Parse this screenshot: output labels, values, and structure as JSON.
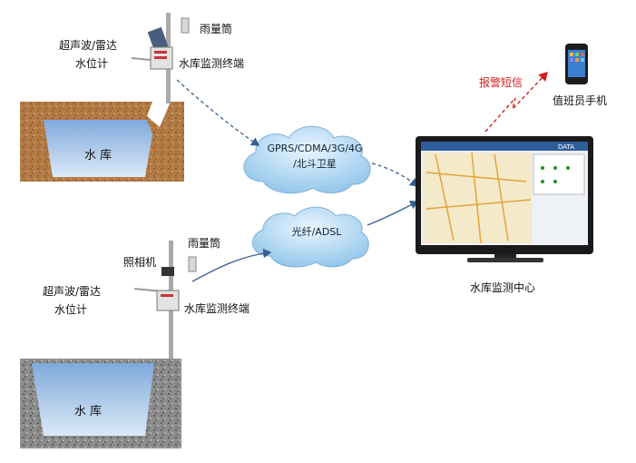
{
  "sites": {
    "top": {
      "rain_gauge": "雨量筒",
      "sensor_line1": "超声波/雷达",
      "sensor_line2": "水位计",
      "terminal": "水库监测终端",
      "reservoir": "水 库"
    },
    "bottom": {
      "rain_gauge": "雨量筒",
      "camera": "照相机",
      "sensor_line1": "超声波/雷达",
      "sensor_line2": "水位计",
      "terminal": "水库监测终端",
      "reservoir": "水 库"
    }
  },
  "networks": {
    "wireless_line1": "GPRS/CDMA/3G/4G",
    "wireless_line2": "/北斗卫星",
    "wired": "光纤/ADSL"
  },
  "center": {
    "label": "水库监测中心",
    "screen_brand": "DATA"
  },
  "alarm": {
    "label": "报警短信",
    "phone_label": "值班员手机"
  },
  "colors": {
    "water": "#a9c8ea",
    "soil": "#b5804a",
    "cloud": "#a9d3f2",
    "arrow": "#3a5f8f",
    "alarm_arrow": "#d21f1f"
  }
}
